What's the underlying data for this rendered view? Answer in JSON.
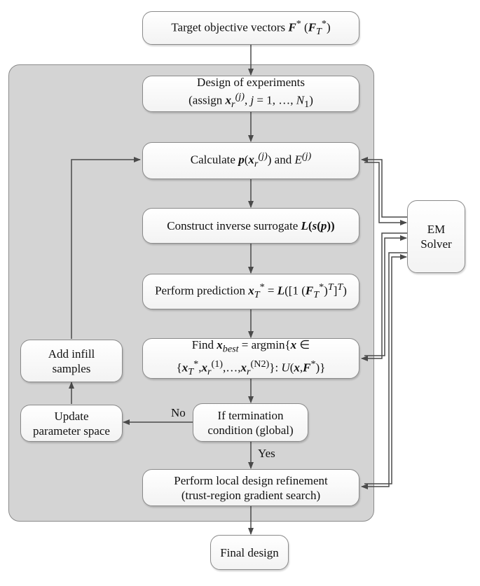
{
  "nodes": {
    "target": {
      "l1": [
        "Target objective vectors ",
        "F",
        "*",
        " (",
        "F",
        "T",
        "*",
        ")"
      ]
    },
    "doe": {
      "l1": "Design of experiments",
      "l2": [
        "(assign ",
        "x",
        "r",
        "(j)",
        ", ",
        "j",
        " = 1, …, ",
        "N",
        "1",
        ")"
      ]
    },
    "calc": {
      "l1": [
        "Calculate ",
        "p",
        "(",
        "x",
        "r",
        "(j)",
        ") and ",
        "E",
        "(j)"
      ]
    },
    "inverse": {
      "l1": [
        "Construct inverse surrogate ",
        "L",
        "(",
        "s",
        "(",
        "p",
        "))"
      ]
    },
    "predict": {
      "l1": [
        "Perform prediction ",
        "x",
        "T",
        "*",
        " = ",
        "L",
        "([1 (",
        "F",
        "T",
        "*",
        ")",
        "T",
        "]",
        "T",
        ")"
      ]
    },
    "find": {
      "l1": [
        "Find ",
        "x",
        "best",
        " = argmin{",
        "x",
        " ∈"
      ],
      "l2": [
        "{",
        "x",
        "T",
        "*",
        ",",
        "x",
        "r",
        "(1)",
        ",…,",
        "x",
        "r",
        "(N2)",
        "}: ",
        "U",
        "(",
        "x",
        ",",
        "F",
        "*",
        ")}"
      ]
    },
    "term": {
      "l1": "If termination",
      "l2": "condition (global)"
    },
    "local": {
      "l1": "Perform local design refinement",
      "l2": "(trust-region gradient search)"
    },
    "final": {
      "l1": "Final design"
    },
    "infill": {
      "l1": "Add infill",
      "l2": "samples"
    },
    "update": {
      "l1": "Update",
      "l2": "parameter space"
    },
    "em": {
      "l1": "EM",
      "l2": "Solver"
    }
  },
  "labels": {
    "no": "No",
    "yes": "Yes"
  }
}
